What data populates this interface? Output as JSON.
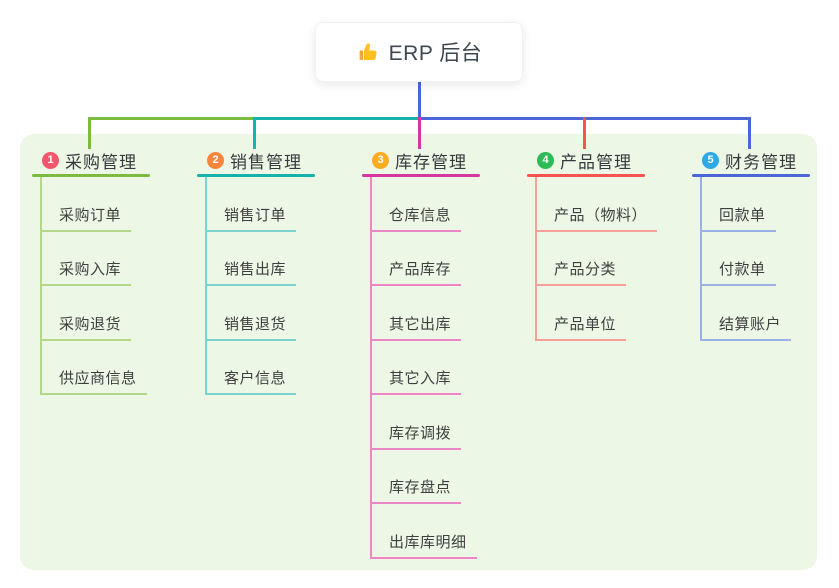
{
  "root": {
    "label": "ERP 后台",
    "icon": "thumbs-up-icon"
  },
  "branches": [
    {
      "badge": "1",
      "label": "采购管理",
      "line_color": "#7cbb3f",
      "child_line_color": "#b2d788",
      "badge_color": "#f4566e",
      "children": [
        "采购订单",
        "采购入库",
        "采购退货",
        "供应商信息"
      ]
    },
    {
      "badge": "2",
      "label": "销售管理",
      "line_color": "#15b3ac",
      "child_line_color": "#7cd2cc",
      "badge_color": "#f8853c",
      "children": [
        "销售订单",
        "销售出库",
        "销售退货",
        "客户信息"
      ]
    },
    {
      "badge": "3",
      "label": "库存管理",
      "line_color": "#d6369e",
      "child_line_color": "#ee86c6",
      "badge_color": "#ffac20",
      "children": [
        "仓库信息",
        "产品库存",
        "其它出库",
        "其它入库",
        "库存调拨",
        "库存盘点",
        "出库库明细"
      ]
    },
    {
      "badge": "4",
      "label": "产品管理",
      "line_color": "#f4554f",
      "child_line_color": "#f9a09b",
      "badge_color": "#2eba57",
      "children": [
        "产品（物料）",
        "产品分类",
        "产品单位"
      ]
    },
    {
      "badge": "5",
      "label": "财务管理",
      "line_color": "#4a66d8",
      "child_line_color": "#9cb0e8",
      "badge_color": "#2ea9e8",
      "children": [
        "回款单",
        "付款单",
        "结算账户"
      ]
    }
  ],
  "colors": {
    "canvas_bg": "#ffffff",
    "panel_bg": "#ecf7e5",
    "root_stem": "#4a66d8",
    "root_text": "#3d4752",
    "node_text": "#3f3f3f"
  }
}
